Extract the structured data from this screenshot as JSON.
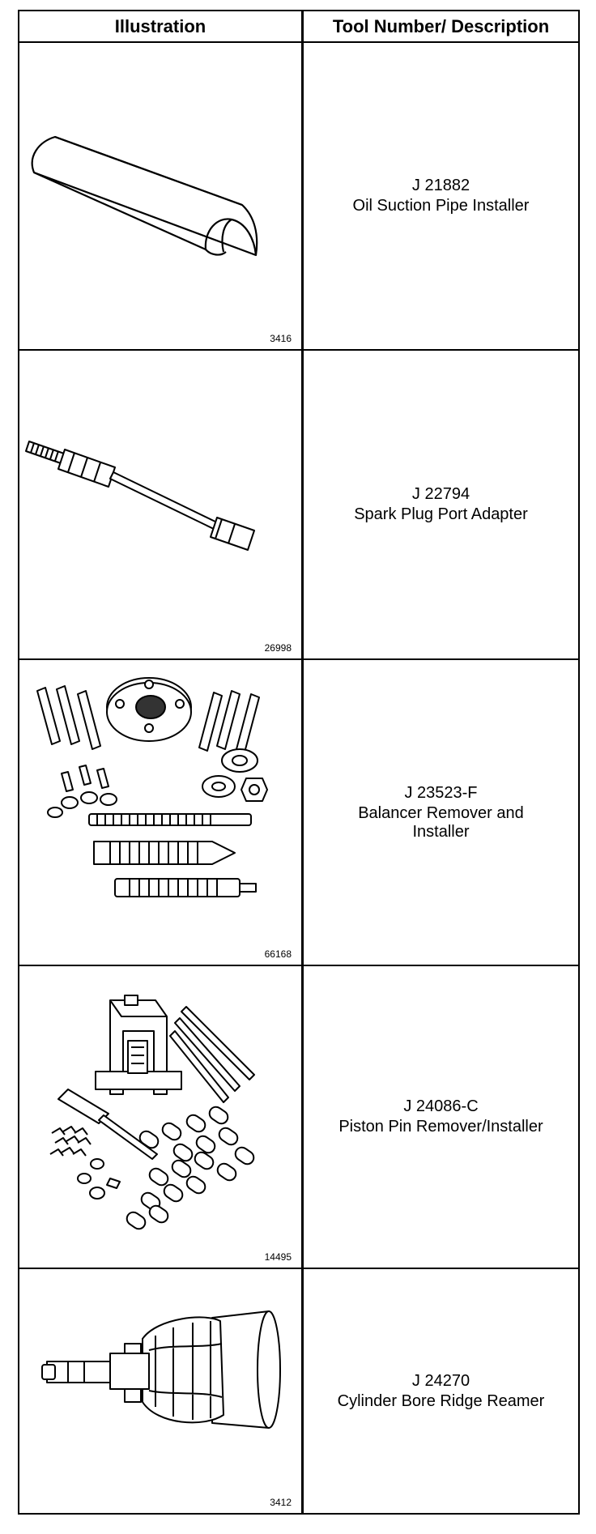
{
  "header": {
    "col1": "Illustration",
    "col2": "Tool Number/ Description"
  },
  "rows": [
    {
      "tool_number": "J 21882",
      "description": "Oil Suction Pipe Installer",
      "figure": "3416"
    },
    {
      "tool_number": "J 22794",
      "description": "Spark Plug Port Adapter",
      "figure": "26998"
    },
    {
      "tool_number": "J 23523-F",
      "description": "Balancer Remover and Installer",
      "figure": "66168"
    },
    {
      "tool_number": "J 24086-C",
      "description": "Piston Pin Remover/Installer",
      "figure": "14495"
    },
    {
      "tool_number": "J 24270",
      "description": "Cylinder Bore Ridge Reamer",
      "figure": "3412"
    }
  ]
}
